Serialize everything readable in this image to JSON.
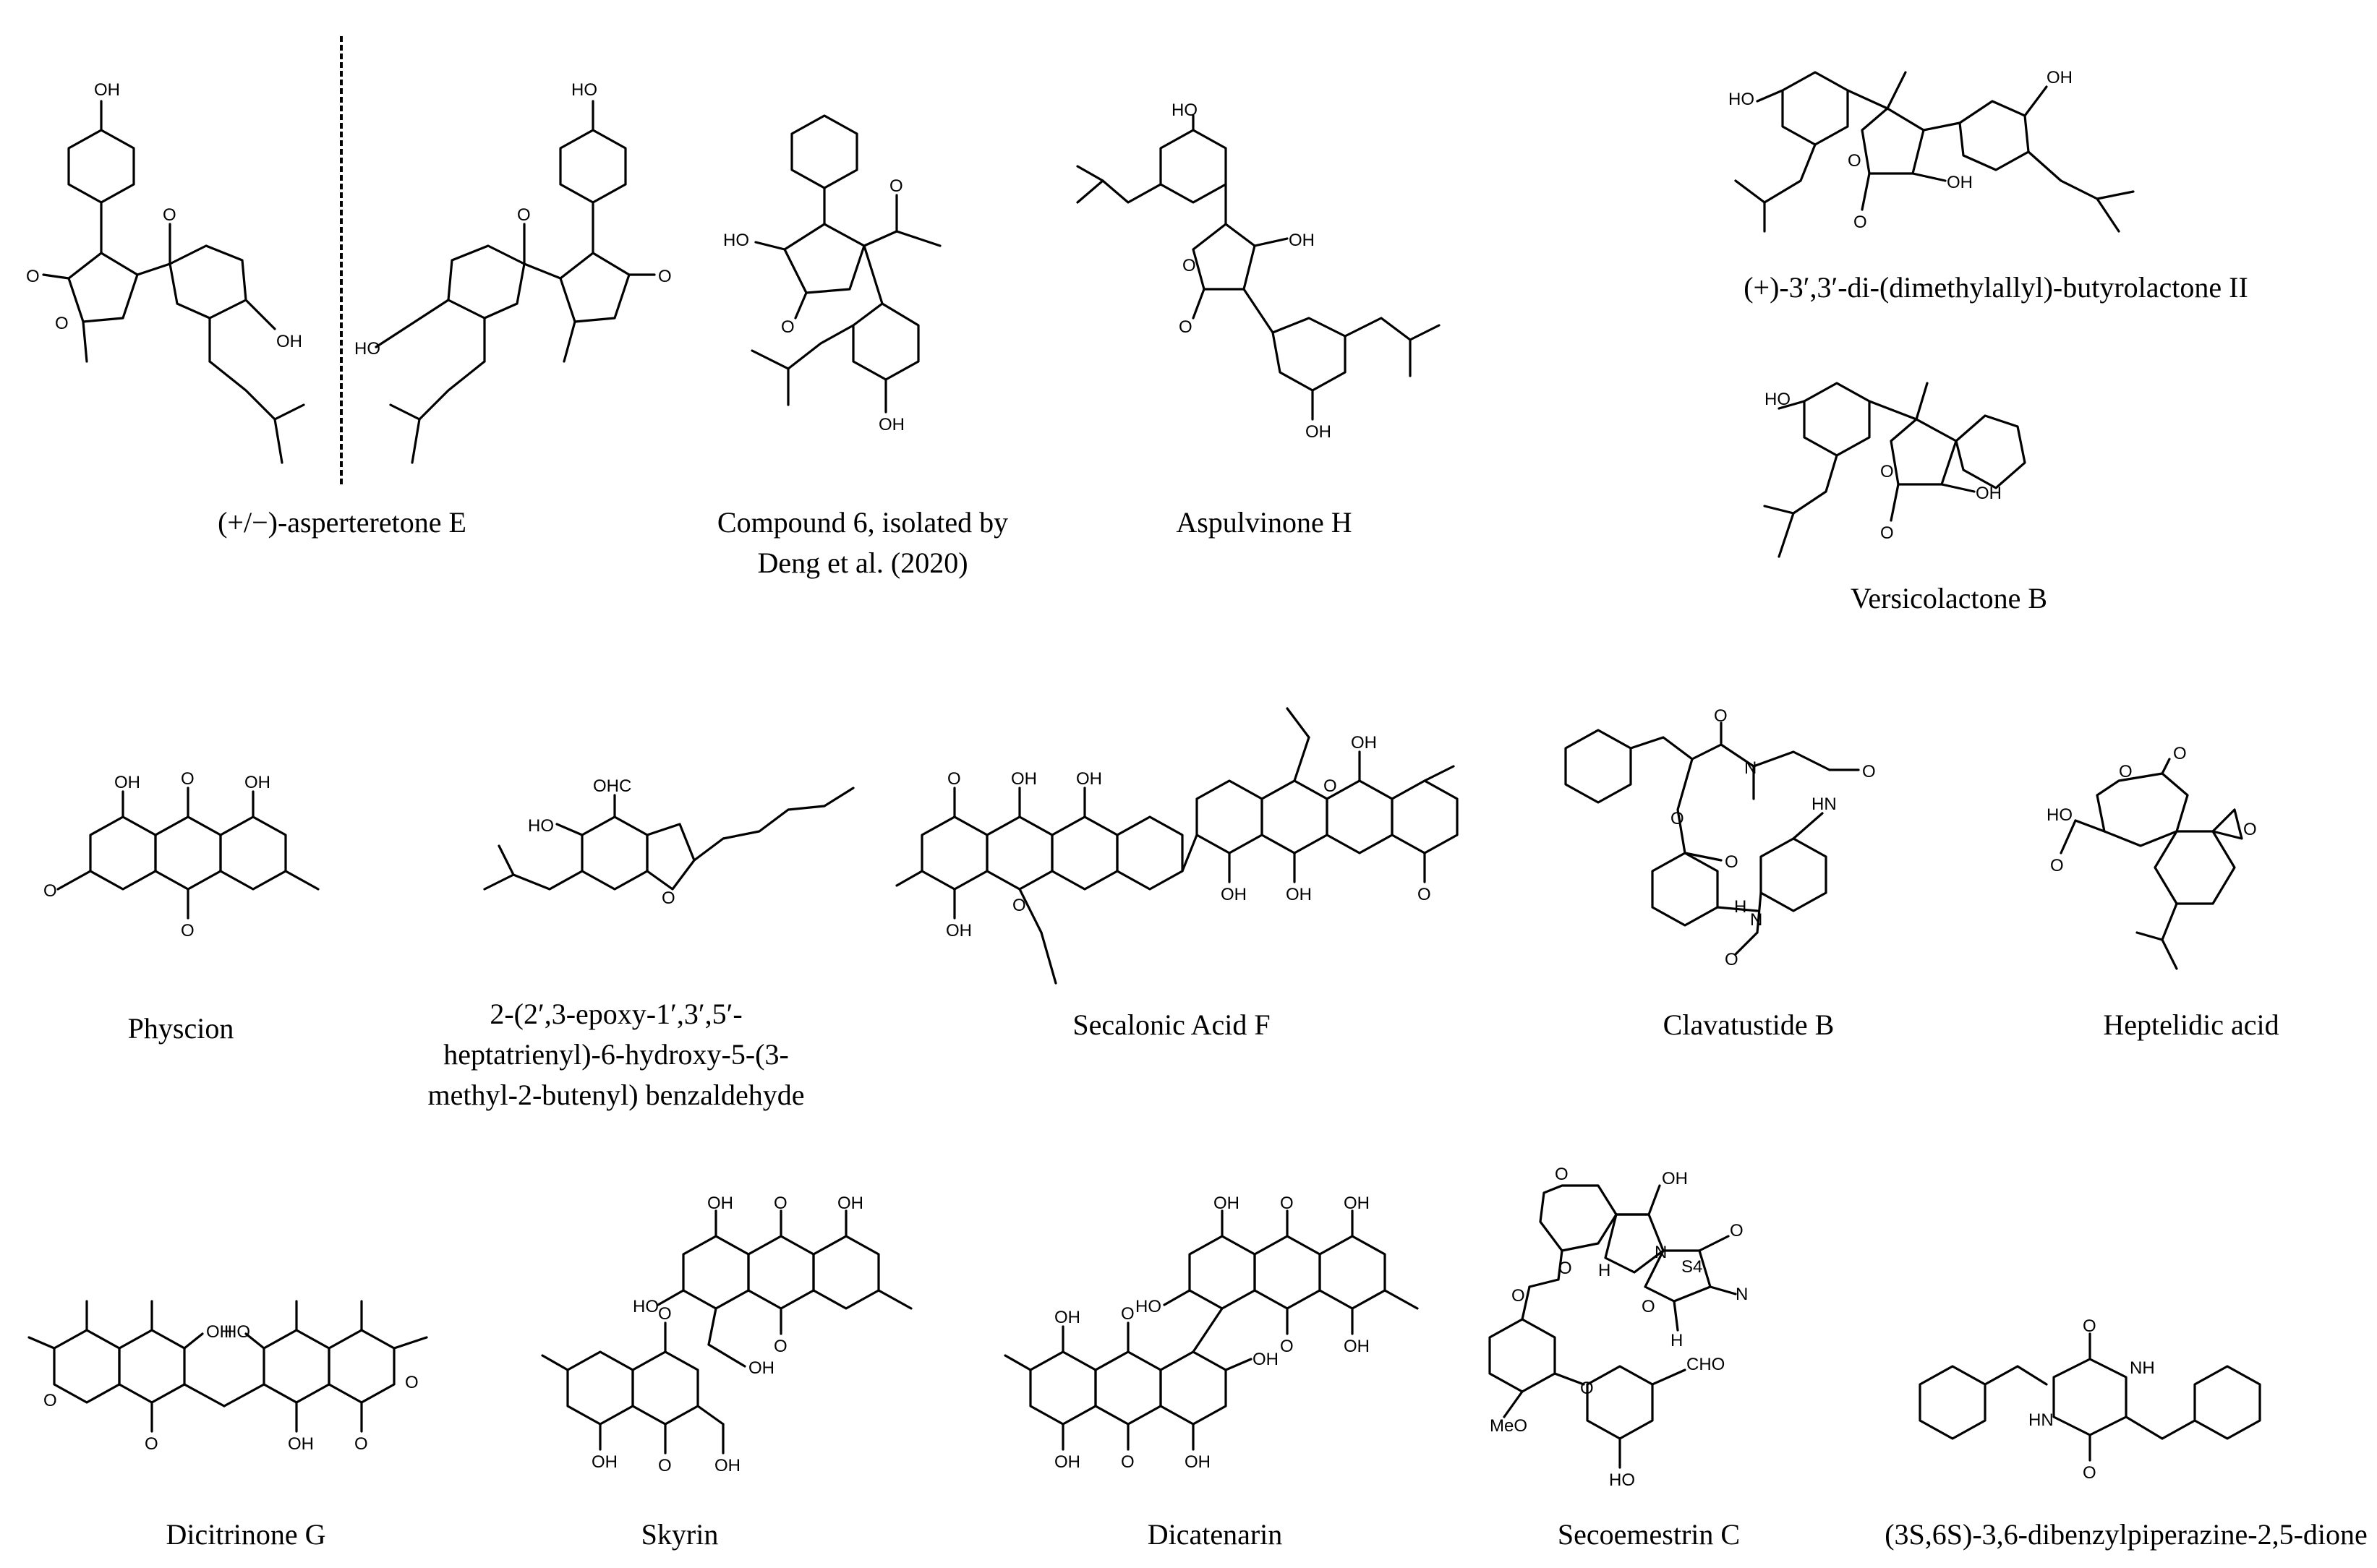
{
  "figure": {
    "compounds": [
      {
        "id": "asperteretone-e",
        "name": "(+/−)-asperteretone E"
      },
      {
        "id": "compound-6",
        "name_line1": "Compound 6, isolated by",
        "name_line2": "Deng et al. (2020)"
      },
      {
        "id": "aspulvinone-h",
        "name": "Aspulvinone H"
      },
      {
        "id": "butyrolactone-ii",
        "name": "(+)-3′,3′-di-(dimethylallyl)-butyrolactone II"
      },
      {
        "id": "versicolactone-b",
        "name": "Versicolactone B"
      },
      {
        "id": "physcion",
        "name": "Physcion"
      },
      {
        "id": "benzaldehyde",
        "name_line1": "2-(2′,3-epoxy-1′,3′,5′-",
        "name_line2": "heptatrienyl)-6-hydroxy-5-(3-",
        "name_line3": "methyl-2-butenyl) benzaldehyde"
      },
      {
        "id": "secalonic-acid-f",
        "name": "Secalonic Acid F"
      },
      {
        "id": "clavatustide-b",
        "name": "Clavatustide B"
      },
      {
        "id": "heptelidic-acid",
        "name": "Heptelidic acid"
      },
      {
        "id": "dicitrinone-g",
        "name": "Dicitrinone G"
      },
      {
        "id": "skyrin",
        "name": "Skyrin"
      },
      {
        "id": "dicatenarin",
        "name": "Dicatenarin"
      },
      {
        "id": "secoemestrin-c",
        "name": "Secoemestrin C"
      },
      {
        "id": "dibenzylpiperazine",
        "name": "(3S,6S)-3,6-dibenzylpiperazine-2,5-dione"
      }
    ],
    "atom_labels": {
      "oh": "OH",
      "ho": "HO",
      "o": "O",
      "n": "N",
      "hn": "HN",
      "nh": "NH",
      "h": "H",
      "ohc": "OHC",
      "cho": "CHO",
      "meo": "MeO",
      "s4": "S4"
    }
  }
}
